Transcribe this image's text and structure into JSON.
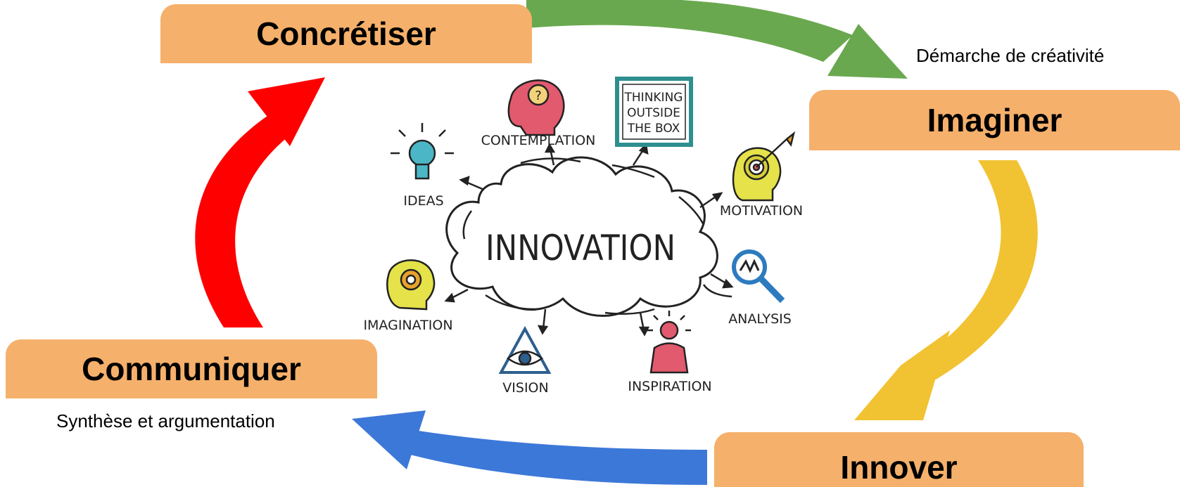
{
  "cycle": {
    "steps": [
      {
        "label": "Concrétiser"
      },
      {
        "label": "Imaginer"
      },
      {
        "label": "Innover"
      },
      {
        "label": "Communiquer"
      }
    ],
    "notes": {
      "top_right": "Démarche de créativité",
      "left": "Synthèse et argumentation"
    },
    "arrow_colors": {
      "green": "#6aa84f",
      "yellow": "#f1c232",
      "blue": "#3c78d8",
      "red": "#ff0000",
      "box": "#f5b06b"
    }
  },
  "illustration": {
    "center": "INNOVATION",
    "items": [
      {
        "label": "IDEAS",
        "icon": "lightbulb-icon"
      },
      {
        "label": "CONTEMPLATION",
        "icon": "question-head-icon"
      },
      {
        "label": "THINKING OUTSIDE THE BOX",
        "icon": "box-frame-icon",
        "lines": [
          "THINKING",
          "OUTSIDE",
          "THE BOX"
        ]
      },
      {
        "label": "MOTIVATION",
        "icon": "target-head-icon"
      },
      {
        "label": "ANALYSIS",
        "icon": "magnifier-icon"
      },
      {
        "label": "INSPIRATION",
        "icon": "inspired-person-icon"
      },
      {
        "label": "VISION",
        "icon": "eye-triangle-icon"
      },
      {
        "label": "IMAGINATION",
        "icon": "gear-head-icon"
      }
    ]
  }
}
